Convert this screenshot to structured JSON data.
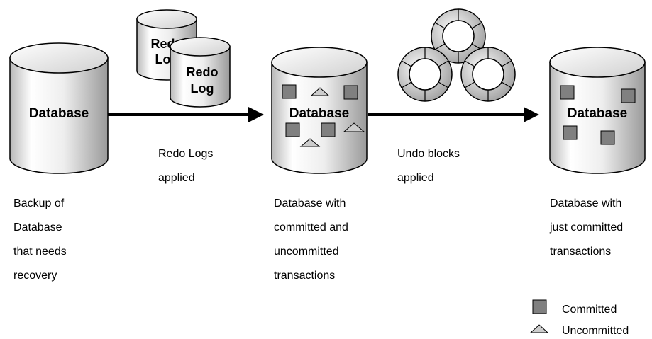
{
  "database_label": "Database",
  "redo_log_label": [
    "Redo",
    "Log"
  ],
  "arrow1_label": [
    "Redo Logs",
    "applied"
  ],
  "arrow2_label": [
    "Undo blocks",
    "applied"
  ],
  "captions": {
    "backup": [
      "Backup of",
      "Database",
      "that needs",
      "recovery"
    ],
    "mixed": [
      "Database with",
      "committed and",
      "uncommitted",
      "transactions"
    ],
    "committed_only": [
      "Database with",
      "just committed",
      "transactions"
    ]
  },
  "legend": {
    "committed": "Committed",
    "uncommitted": "Uncommitted"
  },
  "colors": {
    "cylinder_light": "#f2f2f2",
    "cylinder_dark": "#a8a8a8",
    "committed_fill": "#808080",
    "uncommitted_fill": "#cccccc",
    "stroke": "#000000"
  }
}
